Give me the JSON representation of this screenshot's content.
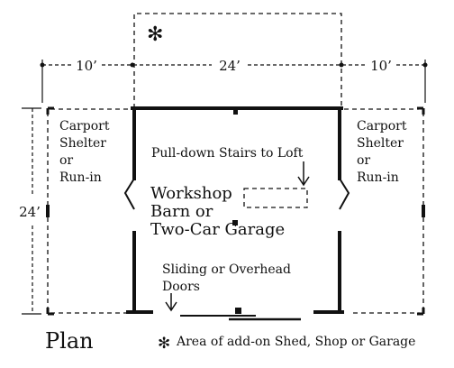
{
  "dimensions": {
    "left_width": "10’",
    "center_width": "24’",
    "right_width": "10’",
    "depth": "24’"
  },
  "labels": {
    "left_carport": [
      "Carport",
      "Shelter",
      "or",
      "Run-in"
    ],
    "right_carport": [
      "Carport",
      "Shelter",
      "or",
      "Run-in"
    ],
    "pull_down_stairs": "Pull-down Stairs to Loft",
    "workshop": [
      "Workshop",
      "Barn or",
      "Two-Car Garage"
    ],
    "doors": [
      "Sliding or Overhead",
      "Doors"
    ],
    "plan_title": "Plan",
    "addon_marker": "✻",
    "addon_legend": "Area of add-on Shed, Shop or Garage"
  }
}
